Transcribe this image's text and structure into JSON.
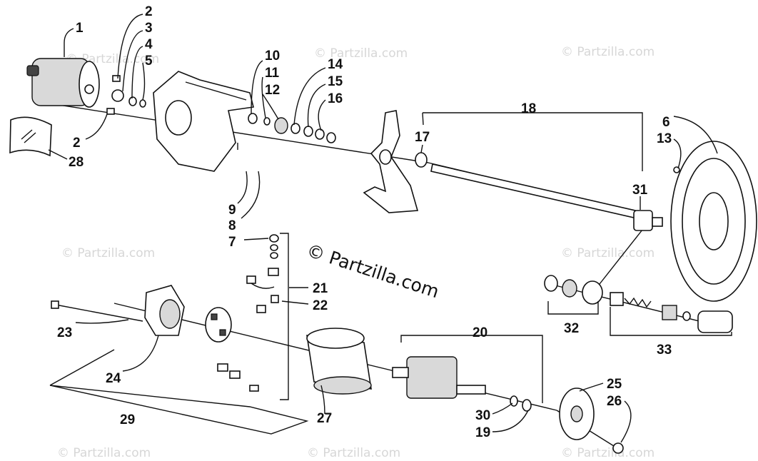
{
  "watermark": "© Partzilla.com",
  "copyright": "© Partzilla.com",
  "callouts": {
    "c1": "1",
    "c2a": "2",
    "c3": "3",
    "c4": "4",
    "c5": "5",
    "c2b": "2",
    "c28": "28",
    "c10": "10",
    "c11": "11",
    "c12": "12",
    "c14": "14",
    "c15": "15",
    "c16": "16",
    "c18": "18",
    "c17": "17",
    "c6": "6",
    "c13": "13",
    "c31": "31",
    "c9": "9",
    "c8": "8",
    "c7": "7",
    "c21": "21",
    "c22": "22",
    "c32": "32",
    "c33": "33",
    "c20": "20",
    "c23": "23",
    "c24": "24",
    "c27": "27",
    "c29": "29",
    "c30": "30",
    "c19": "19",
    "c25": "25",
    "c26": "26"
  }
}
